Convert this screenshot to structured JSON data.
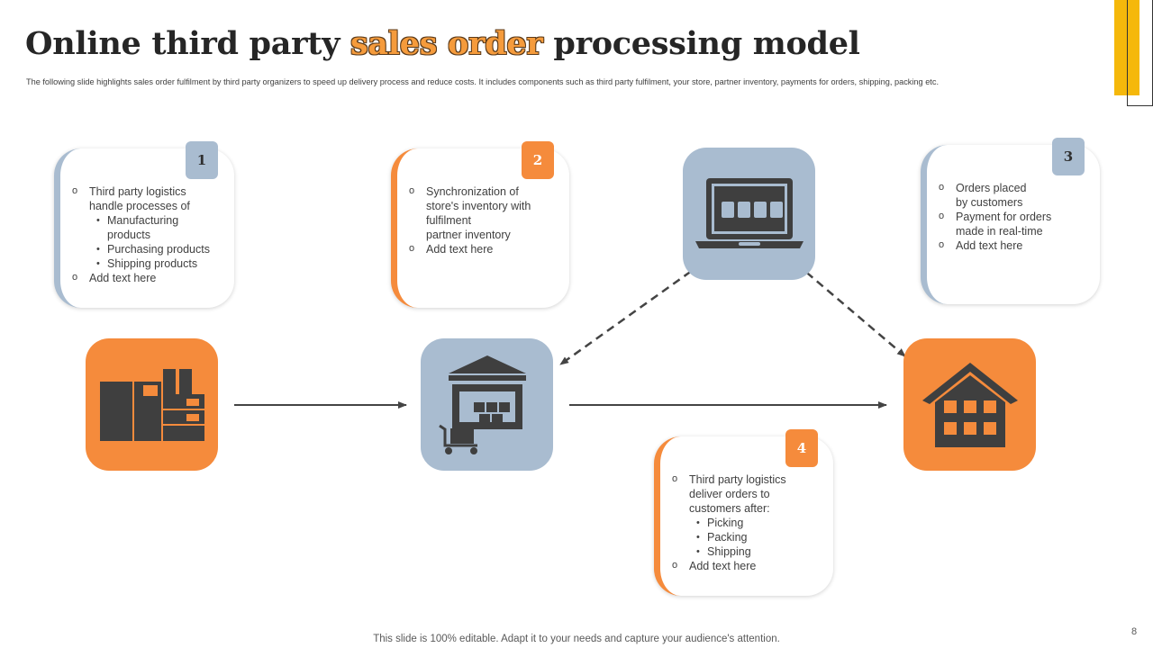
{
  "title": {
    "part1": "Online third party ",
    "highlight": "sales order",
    "part2": " processing model"
  },
  "subtitle": "The following slide highlights sales order fulfilment by third party organizers to speed up delivery process and reduce costs. It includes components such as third party fulfilment, your store, partner inventory, payments for orders, shipping, packing etc.",
  "cards": {
    "card1": {
      "badge": "1",
      "items": [
        "Third party logistics",
        "handle processes of"
      ],
      "sub": [
        "Manufacturing",
        "products",
        "Purchasing products",
        "Shipping products"
      ],
      "add": "Add text here"
    },
    "card2": {
      "badge": "2",
      "lines": [
        "Synchronization of",
        "store's inventory with",
        "fulfilment",
        "partner inventory"
      ],
      "add": "Add text here"
    },
    "card3": {
      "badge": "3",
      "lines": [
        "Orders placed",
        "by customers",
        "Payment for orders",
        "made in real-time"
      ],
      "add": "Add text here"
    },
    "card4": {
      "badge": "4",
      "lines": [
        "Third party logistics",
        "deliver orders to",
        "customers after:"
      ],
      "sub": [
        "Picking",
        "Packing",
        "Shipping"
      ],
      "add": "Add text here"
    }
  },
  "icons": {
    "manufacturer": "factory-boxes-icon",
    "warehouse": "warehouse-icon",
    "laptop": "laptop-store-icon",
    "store": "store-building-icon"
  },
  "colors": {
    "orange": "#f58b3c",
    "blue": "#a9bcd0",
    "icon": "#3f3f3f",
    "accent_yellow": "#f5b80b"
  },
  "footer": "This slide is 100% editable. Adapt it to your needs and capture your audience's attention.",
  "page_number": "8"
}
